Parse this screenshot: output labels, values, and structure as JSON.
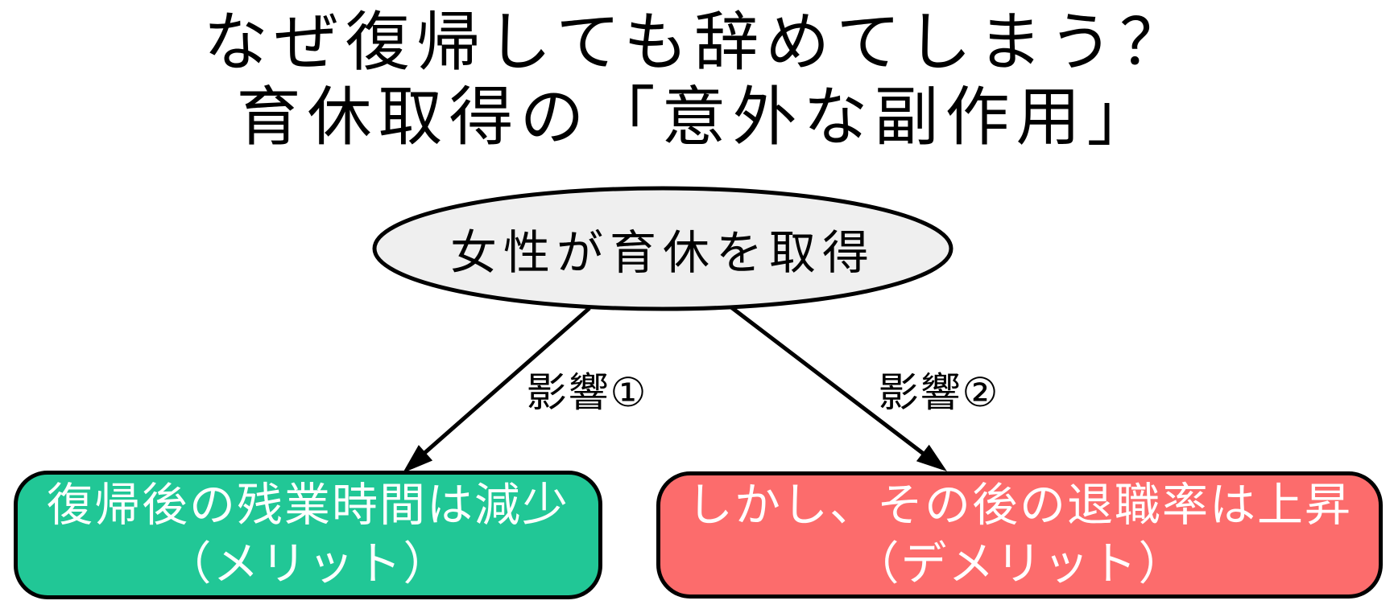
{
  "diagram": {
    "title": {
      "line1": "なぜ復帰しても辞めてしまう？",
      "line2": "育休取得の「意外な副作用」"
    },
    "root_node": {
      "label": "女性が育休を取得",
      "fill_color": "#efefef",
      "border_color": "#000000"
    },
    "edges": [
      {
        "label": "影響①"
      },
      {
        "label": "影響②"
      }
    ],
    "outcomes": {
      "merit": {
        "line1": "復帰後の残業時間は減少",
        "line2": "（メリット）",
        "fill_color": "#21c796",
        "text_color": "#ffffff"
      },
      "demerit": {
        "line1": "しかし、その後の退職率は上昇",
        "line2": "（デメリット）",
        "fill_color": "#fc6c6c",
        "text_color": "#ffffff"
      }
    }
  }
}
